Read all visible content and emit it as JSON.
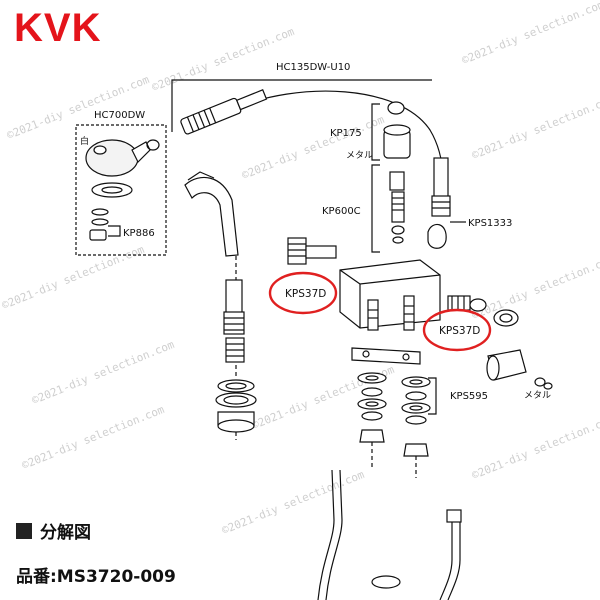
{
  "brand": "KVK",
  "watermark": "©2021-diy selection.com",
  "labels": {
    "hc135": "HC135DW-U10",
    "hc700": "HC700DW",
    "white": "白",
    "kp886": "KP886",
    "kp175": "KP175",
    "metal1": "メタル",
    "kp600c": "KP600C",
    "kps1333": "KPS1333",
    "kps37d_a": "KPS37D",
    "kps37d_b": "KPS37D",
    "kps595": "KPS595",
    "metal2": "メタル"
  },
  "caption": "分解図",
  "part_number": "品番:MS3720-009",
  "colors": {
    "brand_red": "#e4141b",
    "highlight_circle": "#e02020",
    "line": "#111111",
    "watermark": "#cfcfcf"
  }
}
